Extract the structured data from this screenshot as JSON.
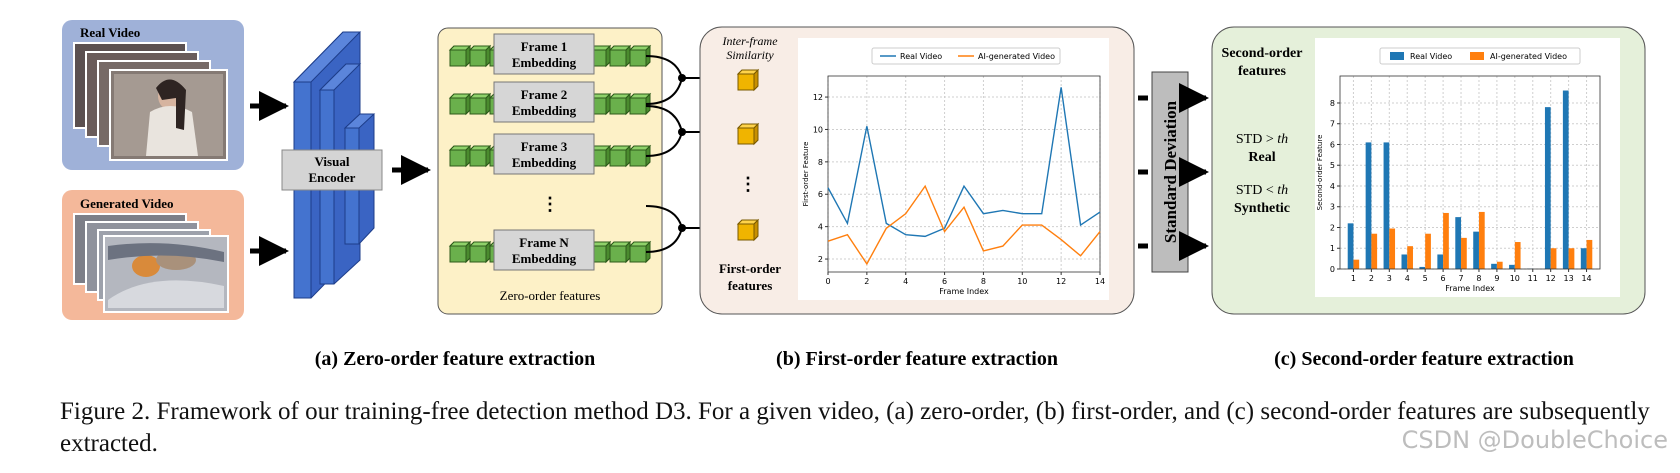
{
  "panel_a": {
    "real_video_label": "Real Video",
    "generated_video_label": "Generated Video",
    "encoder_label_1": "Visual",
    "encoder_label_2": "Encoder",
    "frames": [
      {
        "line1": "Frame 1",
        "line2": "Embedding"
      },
      {
        "line1": "Frame 2",
        "line2": "Embedding"
      },
      {
        "line1": "Frame 3",
        "line2": "Embedding"
      },
      {
        "line1": "Frame N",
        "line2": "Embedding"
      }
    ],
    "ellipsis": "⋮",
    "box_label": "Zero-order features",
    "caption": "(a) Zero-order feature extraction"
  },
  "panel_b": {
    "similarity_label_1": "Inter-frame",
    "similarity_label_2": "Similarity",
    "ellipsis": "⋮",
    "feature_label_1": "First-order",
    "feature_label_2": "features",
    "caption": "(b) First-order feature extraction"
  },
  "standard_deviation_label": "Standard Deviation",
  "panel_c": {
    "title_1": "Second-order",
    "title_2": "features",
    "rule1_text": "STD > ",
    "rule1_th": "th",
    "rule1_result": "Real",
    "rule2_text": "STD < ",
    "rule2_th": "th",
    "rule2_result": "Synthetic",
    "caption": "(c) Second-order feature extraction"
  },
  "chart_data": [
    {
      "type": "line",
      "x": [
        0,
        1,
        2,
        3,
        4,
        5,
        6,
        7,
        8,
        9,
        10,
        11,
        12,
        13,
        14
      ],
      "series": [
        {
          "name": "Real Video",
          "color": "#1f77b4",
          "values": [
            6.4,
            4.2,
            10.2,
            4.2,
            3.5,
            3.4,
            3.9,
            6.5,
            4.8,
            5.0,
            4.8,
            4.8,
            12.6,
            4.1,
            4.9
          ]
        },
        {
          "name": "AI-generated Video",
          "color": "#ff7f0e",
          "values": [
            3.1,
            3.5,
            1.7,
            3.9,
            4.8,
            6.5,
            3.7,
            5.2,
            2.5,
            2.8,
            4.1,
            4.1,
            3.2,
            2.2,
            3.7
          ]
        }
      ],
      "xlabel": "Frame Index",
      "ylabel": "First-order Feature",
      "xlim": [
        0,
        14
      ],
      "ylim": [
        1.2,
        13.3
      ],
      "xticks": [
        0,
        2,
        4,
        6,
        8,
        10,
        12,
        14
      ],
      "yticks": [
        2,
        4,
        6,
        8,
        10,
        12
      ],
      "grid": true,
      "legend": "top-center"
    },
    {
      "type": "bar",
      "categories": [
        "1",
        "2",
        "3",
        "4",
        "5",
        "6",
        "7",
        "8",
        "9",
        "10",
        "11",
        "12",
        "13",
        "14"
      ],
      "series": [
        {
          "name": "Real Video",
          "color": "#1f77b4",
          "values": [
            2.2,
            6.1,
            6.1,
            0.7,
            0.1,
            0.7,
            2.5,
            1.8,
            0.25,
            0.2,
            0.02,
            7.8,
            8.6,
            1.0
          ]
        },
        {
          "name": "AI-generated Video",
          "color": "#ff7f0e",
          "values": [
            0.45,
            1.7,
            1.95,
            1.1,
            1.7,
            2.7,
            1.5,
            2.75,
            0.35,
            1.3,
            0.0,
            1.0,
            1.0,
            1.4
          ]
        }
      ],
      "xlabel": "Frame Index",
      "ylabel": "Second-order Feature",
      "ylim": [
        0,
        9.3
      ],
      "yticks": [
        0,
        1,
        2,
        3,
        4,
        5,
        6,
        7,
        8
      ],
      "grid": true,
      "legend": "top-center"
    }
  ],
  "figure_caption": "Figure 2.  Framework of our training-free detection method D3.  For a given video, (a) zero-order, (b) first-order, and (c) second-order features are subsequently extracted.",
  "watermark": "CSDN @DoubleChoice"
}
